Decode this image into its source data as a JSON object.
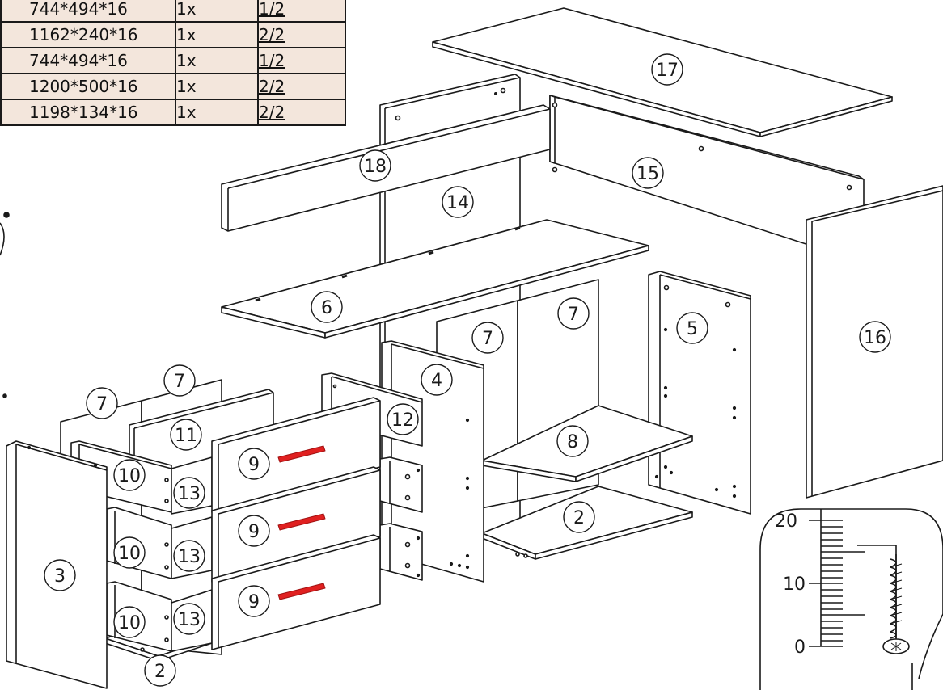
{
  "parts_table": [
    {
      "size": "744*494*16",
      "qty": "1x",
      "sheet": "1/2"
    },
    {
      "size": "1162*240*16",
      "qty": "1x",
      "sheet": "2/2"
    },
    {
      "size": "744*494*16",
      "qty": "1x",
      "sheet": "1/2"
    },
    {
      "size": "1200*500*16",
      "qty": "1x",
      "sheet": "2/2"
    },
    {
      "size": "1198*134*16",
      "qty": "1x",
      "sheet": "2/2"
    }
  ],
  "part_labels": [
    "17",
    "18",
    "15",
    "14",
    "16",
    "6",
    "7",
    "7",
    "5",
    "7",
    "7",
    "11",
    "12",
    "4",
    "8",
    "9",
    "9",
    "9",
    "10",
    "10",
    "10",
    "13",
    "13",
    "13",
    "3",
    "2",
    "2"
  ],
  "ruler": {
    "ticks": [
      "20",
      "10",
      "0"
    ]
  },
  "colors": {
    "line": "#1a1a1a",
    "handle": "#e02020",
    "table_fill": "#f3e6dc"
  },
  "icons": [
    "screw-icon"
  ]
}
